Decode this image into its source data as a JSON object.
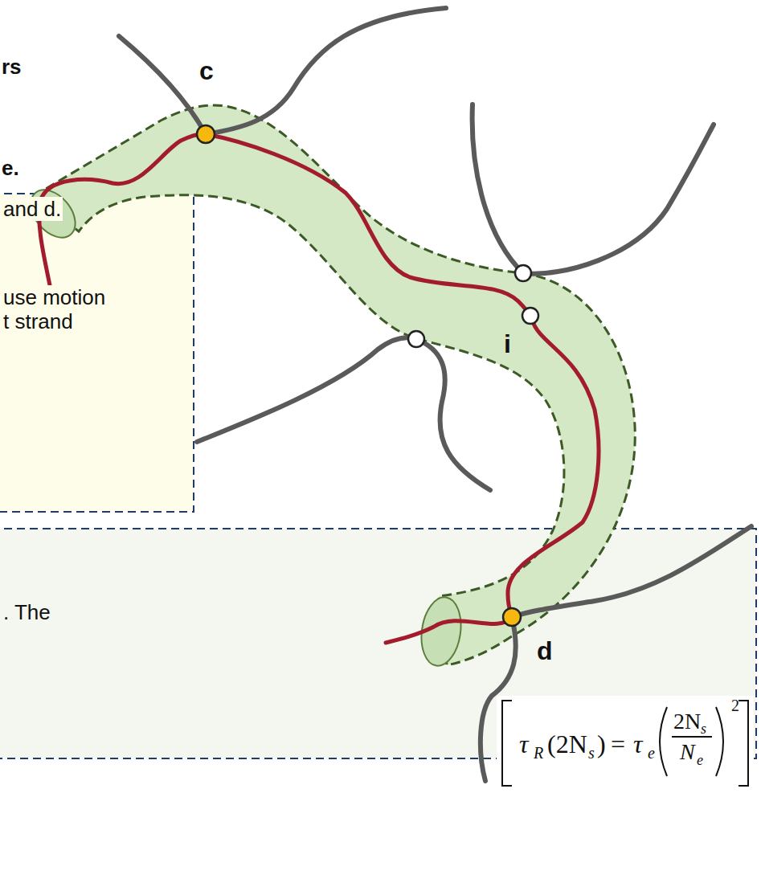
{
  "diagram": {
    "nodes": [
      {
        "text": [
          "and d.",
          "use motion t strand"
        ]
      },
      {
        "text": [
          ". The"
        ]
      }
    ],
    "labels": [
      "rs",
      "c",
      "e.",
      "i",
      "d",
      "τ",
      "R",
      "(2N",
      "s",
      ")",
      "=",
      "τ",
      "e",
      "2N",
      "s",
      "N",
      "e",
      "2"
    ]
  }
}
